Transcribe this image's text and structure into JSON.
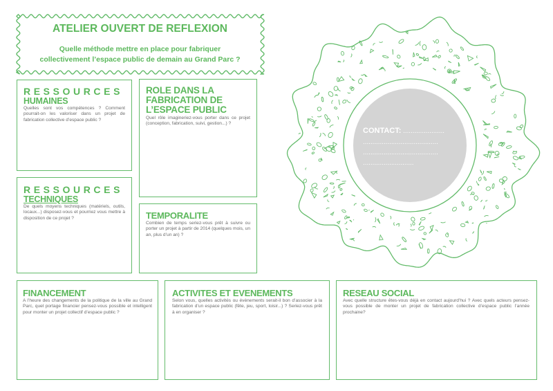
{
  "header": {
    "title": "ATELIER OUVERT DE REFLEXION",
    "question_line1": "Quelle méthode mettre en place pour fabriquer",
    "question_line2": "collectivement l’espace public de demain au Grand Parc ?"
  },
  "ressources_humaines": {
    "title_line1": "RESSOURCES",
    "title_line2": "HUMAINES",
    "text": "Quelles sont vos compétences ? Comment pourrait-on les valoriser dans un projet de fabrication collective d’espace public ?"
  },
  "role": {
    "title_line1": "ROLE DANS LA",
    "title_line2": "FABRICATION DE",
    "title_line3": "L’ESPACE PUBLIC",
    "text": "Quel rôle imagineriez-vous porter dans ce projet (conception, fabrication, suivi, gestion...) ?"
  },
  "ressources_techniques": {
    "title_line1": "RESSOURCES",
    "title_line2": "TECHNIQUES",
    "text": "De quels moyens techniques (matériels, outils, locaux...) disposez-vous et pourriez vous mettre à disposition de ce projet ?"
  },
  "temporalite": {
    "title": "TEMPORALITE",
    "text": "Combien de temps seriez-vous prêt à suivre ou porter un projet à partir de 2014 (quelques mois, un an, plus d’un an) ?"
  },
  "financement": {
    "title": "FINANCEMENT",
    "text": "A l’heure des changements de la politique de la ville au Grand Parc, quel portage financier pensez-vous possible et intelligent pour monter un projet collectif d’espace public ?"
  },
  "activites": {
    "title": "ACTIVITES ET EVENEMENTS",
    "text": "Selon vous, quelles activités ou évènements serait-il bon d’associer à la fabrication d’un espace public (fête, jeu, sport, loisir...) ? Seriez-vous prêt à en organiser ?"
  },
  "reseau": {
    "title": "RESEAU SOCIAL",
    "text": "Avec quelle structure êtes-vous déjà en contact aujourd’hui ? Avec quels acteurs pensez-vous possible de monter un projet de fabrication collective d’espace public l’année prochaine?"
  },
  "contact": {
    "label": "CONTACT:",
    "line1_dots": "......................",
    "line2_dots": "........................................",
    "line3_dots": "........................................",
    "line4_dots": "..........................."
  },
  "colors": {
    "accent": "#5cb85c",
    "border": "#63bb6a",
    "circle_fill": "#d4d4d4",
    "body_text": "#6b6b6b"
  }
}
